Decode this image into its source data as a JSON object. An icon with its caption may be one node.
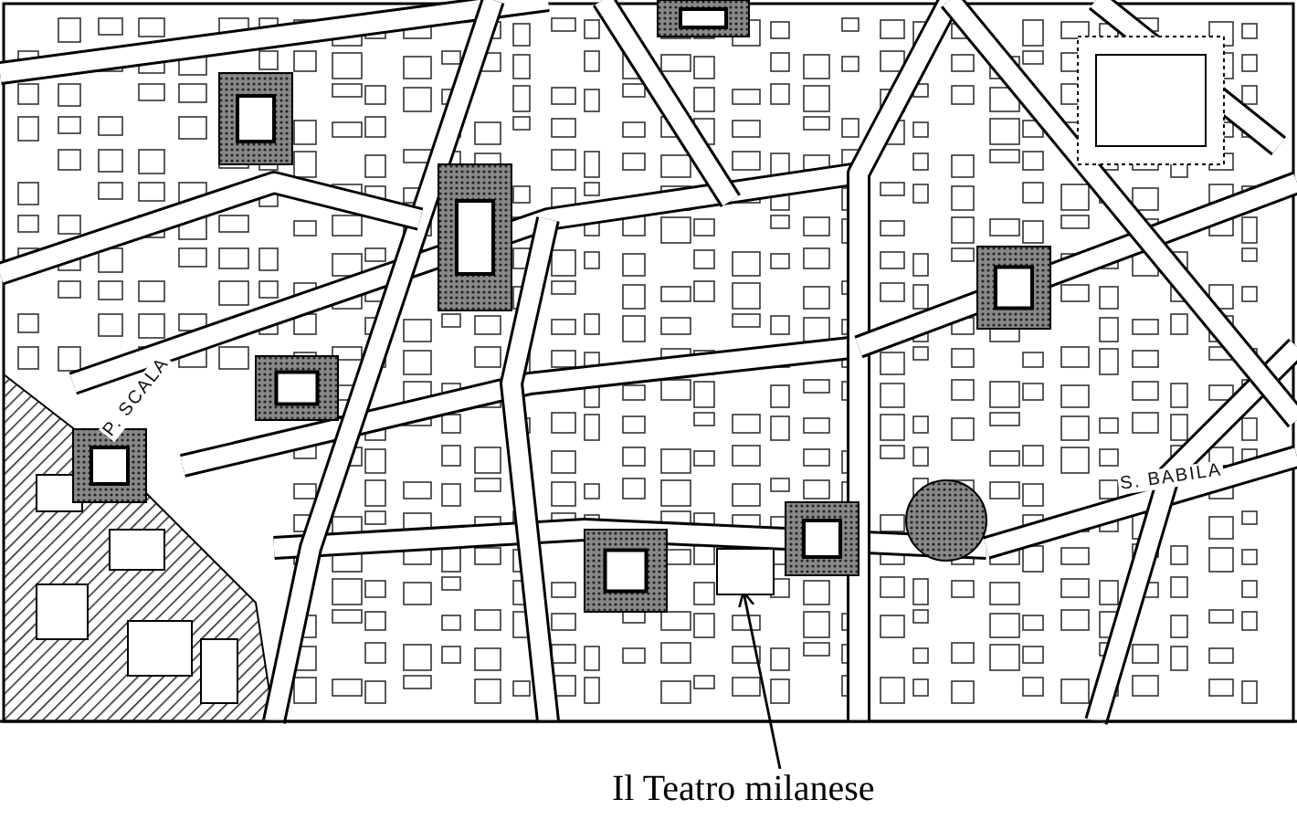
{
  "diagram": {
    "nodes": [
      {
        "text": [
          "Il Teatro milanese"
        ]
      },
      {
        "text": [],
        "shape": "box"
      }
    ],
    "edges": [
      {
        "from": 0,
        "to": 1,
        "arrow": "to"
      }
    ],
    "labels": [
      "P. SCALA",
      "S. BABILA"
    ]
  }
}
